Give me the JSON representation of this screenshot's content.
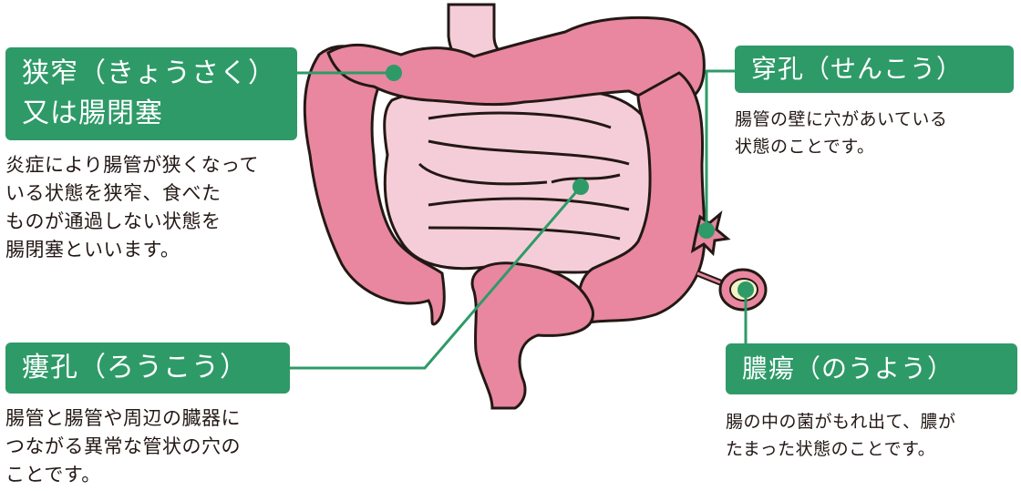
{
  "callouts": {
    "stenosis": {
      "title_lines": [
        "狭窄（きょうさく）",
        "又は腸閉塞"
      ],
      "description_lines": [
        "炎症により腸管が狭くなって",
        "いる状態を狭窄、食べた",
        "ものが通過しない状態を",
        "腸閉塞といいます。"
      ]
    },
    "fistula": {
      "title_lines": [
        "瘻孔（ろうこう）"
      ],
      "description_lines": [
        "腸管と腸管や周辺の臓器に",
        "つながる異常な管状の穴の",
        "ことです。"
      ]
    },
    "perforation": {
      "title_lines": [
        "穿孔（せんこう）"
      ],
      "description_lines": [
        "腸管の壁に穴があいている",
        "状態のことです。"
      ]
    },
    "abscess": {
      "title_lines": [
        "膿瘍（のうよう）"
      ],
      "description_lines": [
        "腸の中の菌がもれ出て、膿が",
        "たまった状態のことです。"
      ]
    }
  },
  "colors": {
    "label_green": "#2e9a68",
    "intestine_pink": "#e8879f",
    "small_intestine_pink": "#f5cdd8",
    "outline": "#231815"
  }
}
